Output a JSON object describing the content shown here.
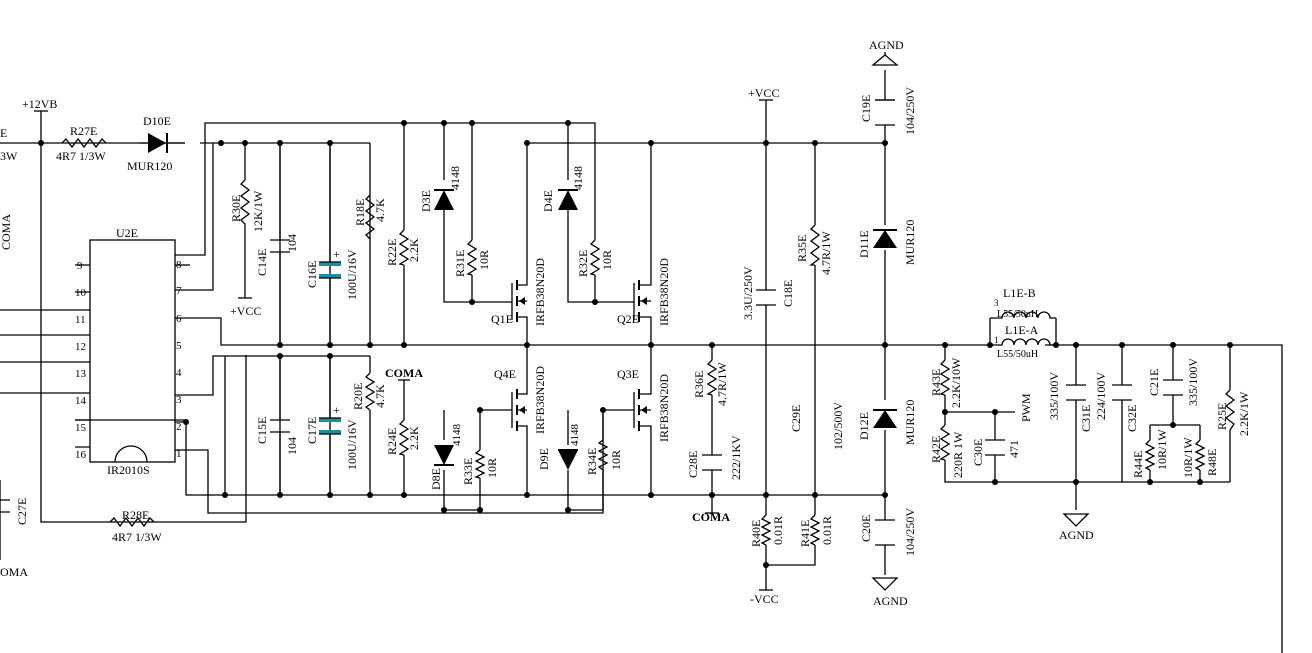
{
  "power": {
    "vb": "+12VB",
    "vcc_top": "+VCC",
    "vcc_ic": "+VCC",
    "vcc_neg": "-VCC",
    "agnd_top": "AGND",
    "agnd_bottom": "AGND",
    "agnd_filter": "AGND",
    "coma_mid": "COMA",
    "coma_low": "COMA",
    "coma_left": "COMA",
    "coma_edge": "OMA"
  },
  "left_edge": {
    "frag1": "E",
    "frag2": "3W",
    "frag3": "C27E"
  },
  "r27": {
    "ref": "R27E",
    "val": "4R7 1/3W"
  },
  "d10": {
    "ref": "D10E",
    "val": "MUR120"
  },
  "r28": {
    "ref": "R28E",
    "val": "4R7 1/3W"
  },
  "u2": {
    "ref": "U2E",
    "part": "IR2010S",
    "pins": [
      "9",
      "10",
      "11",
      "12",
      "13",
      "14",
      "15",
      "16",
      "8",
      "7",
      "6",
      "5",
      "4",
      "3",
      "2",
      "1"
    ]
  },
  "r30": {
    "ref": "R30E",
    "val": "12K/1W"
  },
  "c14": {
    "ref": "C14E",
    "val": "104"
  },
  "c16": {
    "ref": "C16E",
    "val": "100U/16V"
  },
  "r18": {
    "ref": "R18E",
    "val": "4.7K"
  },
  "r22": {
    "ref": "R22E",
    "val": "2.2K"
  },
  "d3": {
    "ref": "D3E",
    "val": "4148"
  },
  "r31": {
    "ref": "R31E",
    "val": "10R"
  },
  "q1": {
    "ref": "Q1E",
    "part": "IRFB38N20D"
  },
  "d4": {
    "ref": "D4E",
    "val": "4148"
  },
  "r32": {
    "ref": "R32E",
    "val": "10R"
  },
  "q2": {
    "ref": "Q2E",
    "part": "IRFB38N20D"
  },
  "c15": {
    "ref": "C15E",
    "val": "104"
  },
  "c17": {
    "ref": "C17E",
    "val": "100U/16V"
  },
  "r20": {
    "ref": "R20E",
    "val": "4.7K"
  },
  "r24": {
    "ref": "R24E",
    "val": "2.2K"
  },
  "d8": {
    "ref": "D8E",
    "val": "4148"
  },
  "r33": {
    "ref": "R33E",
    "val": "10R"
  },
  "q4": {
    "ref": "Q4E",
    "part": "IRFB38N20D"
  },
  "d9": {
    "ref": "D9E",
    "val": "4148"
  },
  "r34": {
    "ref": "R34E",
    "val": "10R"
  },
  "q3": {
    "ref": "Q3E",
    "part": "IRFB38N20D"
  },
  "r36": {
    "ref": "R36E",
    "val": "4.7R/1W"
  },
  "c28": {
    "ref": "C28E",
    "val": "222/1KV"
  },
  "c18": {
    "ref": "C18E",
    "val": "3.3U/250V"
  },
  "r35": {
    "ref": "R35E",
    "val": "4.7R/1W"
  },
  "c29": {
    "ref": "C29E",
    "val": "102/500V"
  },
  "r40": {
    "ref": "R40E",
    "val": "0.01R"
  },
  "r41": {
    "ref": "R41E",
    "val": "0.01R"
  },
  "c19": {
    "ref": "C19E",
    "val": "104/250V"
  },
  "d11": {
    "ref": "D11E",
    "val": "MUR120"
  },
  "d12": {
    "ref": "D12E",
    "val": "MUR120"
  },
  "c20": {
    "ref": "C20E",
    "val": "104/250V"
  },
  "l1b": {
    "ref": "L1E-B",
    "val": "L55/50uH",
    "pin": "3"
  },
  "l1a": {
    "ref": "L1E-A",
    "val": "L55/50uH",
    "pin": "1"
  },
  "r43": {
    "ref": "R43E",
    "val": "2.2K/10W"
  },
  "r42": {
    "ref": "R42E",
    "val": "220R 1W"
  },
  "c30": {
    "ref": "C30E",
    "val": "471"
  },
  "pwm": {
    "label": "PWM"
  },
  "c31": {
    "ref": "C31E",
    "val": "335/100V"
  },
  "c32": {
    "ref": "C32E",
    "val": "224/100V"
  },
  "c21": {
    "ref": "C21E",
    "val": "335/100V"
  },
  "r44": {
    "ref": "R44E",
    "val": "10R/1W"
  },
  "r48": {
    "ref": "R48E",
    "val": "10R/1W"
  },
  "r25": {
    "ref": "R25E",
    "val": "2.2K/1W"
  }
}
